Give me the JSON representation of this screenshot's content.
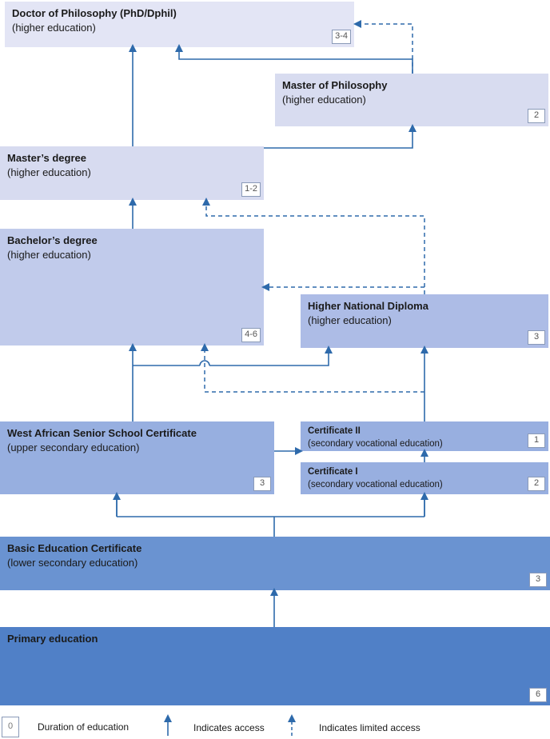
{
  "boxes": {
    "phd": {
      "title": "Doctor of Philosophy (PhD/Dphil)",
      "subtitle": "(higher education)",
      "duration": "3-4"
    },
    "mphil": {
      "title": "Master of Philosophy",
      "subtitle": "(higher education)",
      "duration": "2"
    },
    "masters": {
      "title": "Master’s degree",
      "subtitle": "(higher education)",
      "duration": "1-2"
    },
    "bachelor": {
      "title": "Bachelor’s degree",
      "subtitle": "(higher education)",
      "duration": "4-6"
    },
    "hnd": {
      "title": "Higher National Diploma",
      "subtitle": "(higher education)",
      "duration": "3"
    },
    "wassc": {
      "title": "West African Senior School Certificate",
      "subtitle": "(upper secondary education)",
      "duration": "3"
    },
    "cert2": {
      "title": "Certificate II",
      "subtitle": "(secondary vocational education)",
      "duration": "1"
    },
    "cert1": {
      "title": "Certificate I",
      "subtitle": "(secondary vocational education)",
      "duration": "2"
    },
    "bec": {
      "title": "Basic Education Certificate",
      "subtitle": "(lower secondary education)",
      "duration": "3"
    },
    "primary": {
      "title": "Primary education",
      "subtitle": "",
      "duration": "6"
    }
  },
  "legend": {
    "box_sample": "0",
    "duration_label": "Duration of education",
    "access_label": "Indicates access",
    "limited_label": "Indicates limited access"
  },
  "colors": {
    "arrow": "#2e6aab",
    "phd": "#e3e5f5",
    "mphil": "#d8dcf0",
    "masters": "#d7dbf0",
    "bachelor": "#c1cbeb",
    "hnd": "#adbce6",
    "wassc": "#97afe0",
    "cert": "#98afe0",
    "bec": "#6a93d1",
    "primary": "#5080c7"
  }
}
